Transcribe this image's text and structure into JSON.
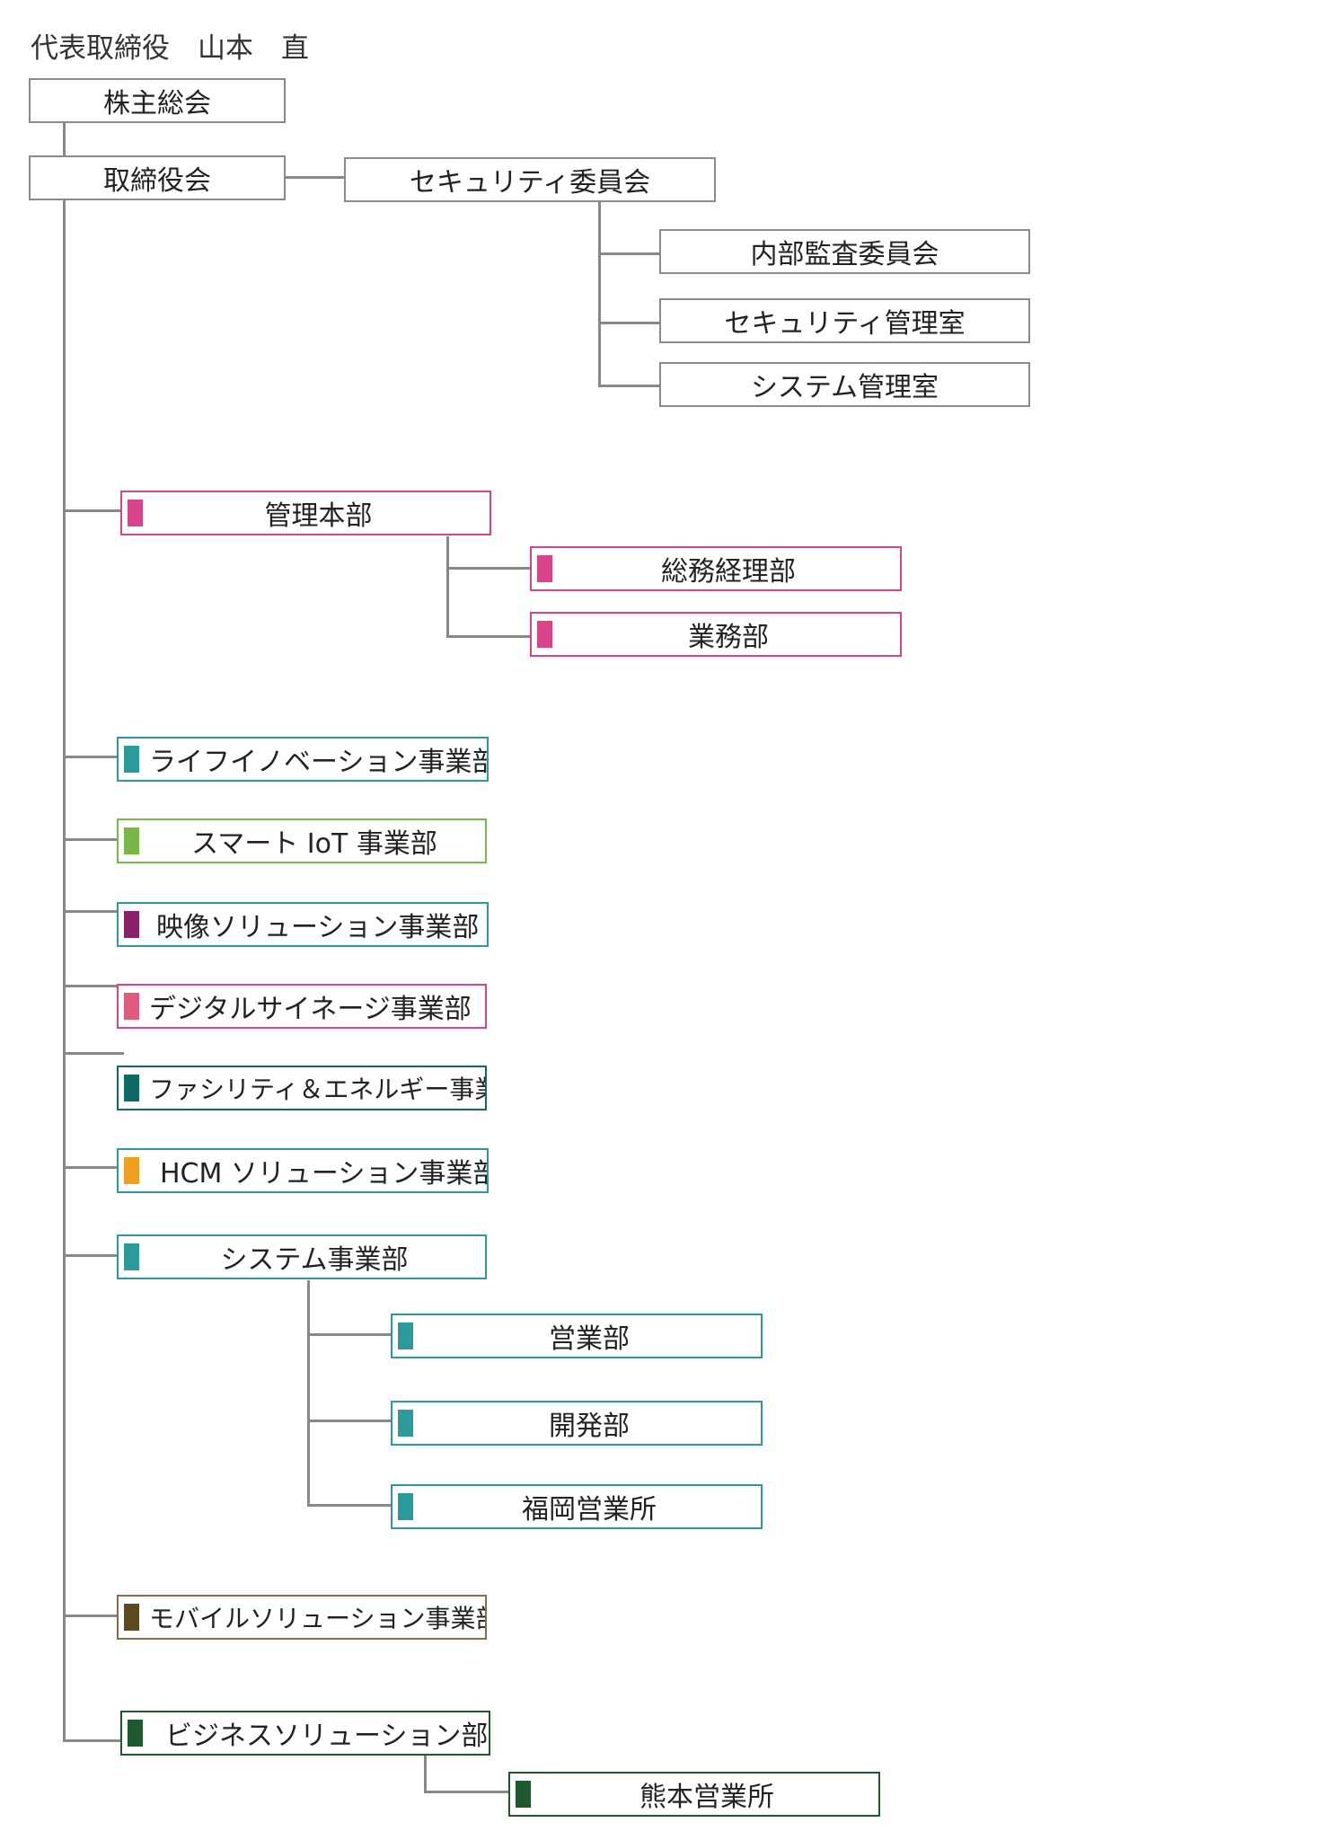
{
  "header": {
    "ceo_label": "代表取締役　山本　直"
  },
  "colors": {
    "neutral_border": "#8a8a8a",
    "connector": "#888888",
    "kanri_accent": "#d8438a",
    "teal_accent": "#2a9a9b",
    "green_accent": "#7ab845",
    "purple_accent": "#8a1f6a",
    "pink_accent": "#e05a7e",
    "dark_teal_accent": "#0d6a64",
    "orange_accent": "#f0a020",
    "brown_accent": "#5b4a20",
    "dark_green_accent": "#1f5a2e"
  },
  "nodes": {
    "kabunushi": "株主総会",
    "torishimariyaku": "取締役会",
    "security_iinkai": "セキュリティ委員会",
    "naibu_kansa": "内部監査委員会",
    "security_kanri": "セキュリティ管理室",
    "system_kanri": "システム管理室",
    "kanri_honbu": "管理本部",
    "somu_keiri": "総務経理部",
    "gyomu": "業務部",
    "life_innovation": "ライフイノベーション事業部",
    "smart_iot": "スマート IoT 事業部",
    "eizo_solution": "映像ソリューション事業部",
    "digital_signage": "デジタルサイネージ事業部",
    "facility_energy": "ファシリティ＆エネルギー事業部",
    "hcm_solution": "HCM ソリューション事業部",
    "system_jigyo": "システム事業部",
    "eigyo": "営業部",
    "kaihatsu": "開発部",
    "fukuoka": "福岡営業所",
    "mobile_solution": "モバイルソリューション事業部",
    "business_solution": "ビジネスソリューション部",
    "kumamoto": "熊本営業所"
  }
}
